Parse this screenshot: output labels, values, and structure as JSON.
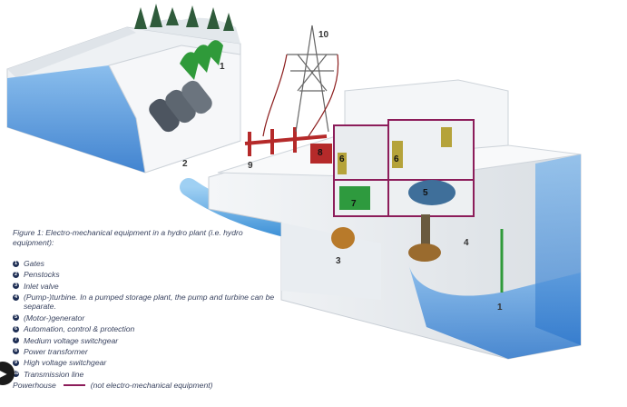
{
  "caption": "Figure 1: Electro-mechanical equipment in a hydro plant (i.e. hydro equipment):",
  "legend": [
    {
      "num": "1",
      "text": "Gates"
    },
    {
      "num": "2",
      "text": "Penstocks"
    },
    {
      "num": "3",
      "text": "Inlet valve"
    },
    {
      "num": "4",
      "text": "(Pump-)turbine. In a pumped storage plant, the pump and turbine can be separate."
    },
    {
      "num": "5",
      "text": "(Motor-)generator"
    },
    {
      "num": "6",
      "text": "Automation, control & protection"
    },
    {
      "num": "7",
      "text": "Medium voltage switchgear"
    },
    {
      "num": "8",
      "text": "Power transformer"
    },
    {
      "num": "9",
      "text": "High voltage switchgear"
    },
    {
      "num": "10",
      "text": "Transmission line"
    }
  ],
  "powerhouse_label": "Powerhouse",
  "powerhouse_note": "(not electro-mechanical equipment)",
  "diagram_labels": {
    "gate_top": "1",
    "penstock": "2",
    "inlet_valve": "3",
    "turbine": "4",
    "generator": "5",
    "control_left": "6",
    "control_right": "6",
    "mv_switchgear": "7",
    "transformer": "8",
    "hv_switchgear": "9",
    "transmission": "10",
    "gate_bottom": "1"
  },
  "colors": {
    "water": "#4a90d9",
    "powerhouse_outline": "#8c1d5a",
    "generator": "#3f6f9a",
    "switchgear": "#2e9a3e",
    "control": "#b5a33a",
    "transformer": "#b52a2a",
    "gate": "#2f9a3a"
  },
  "side_button_icon": "play-icon"
}
